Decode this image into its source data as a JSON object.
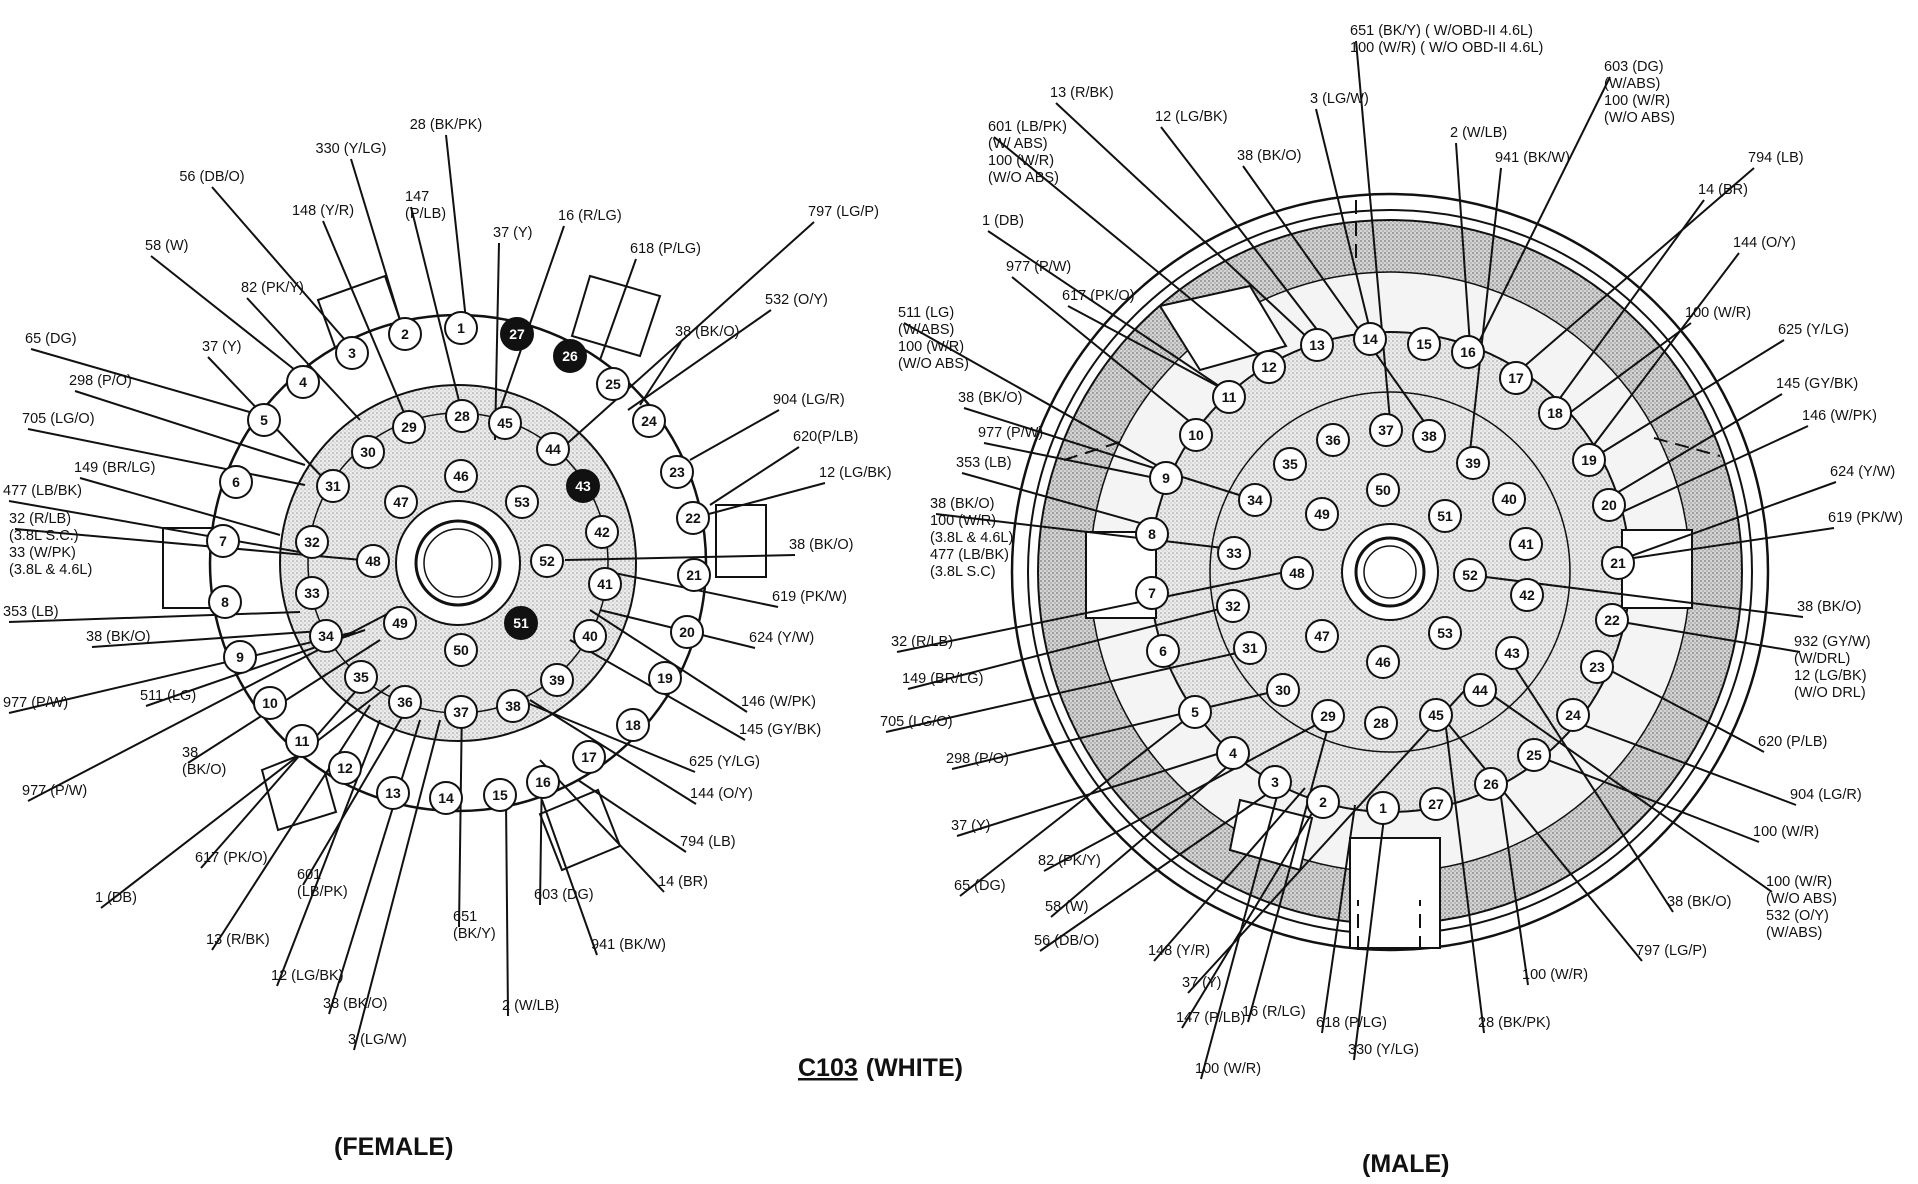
{
  "title": {
    "connector": "C103",
    "suffix": "(WHITE)"
  },
  "female": {
    "label": "(FEMALE)",
    "blocked_pins": [
      "27",
      "26",
      "43",
      "51"
    ],
    "pins": [
      "1",
      "2",
      "3",
      "4",
      "5",
      "6",
      "7",
      "8",
      "9",
      "10",
      "11",
      "12",
      "13",
      "14",
      "15",
      "16",
      "17",
      "18",
      "19",
      "20",
      "21",
      "22",
      "23",
      "24",
      "25",
      "26",
      "27",
      "28",
      "29",
      "30",
      "31",
      "32",
      "33",
      "34",
      "35",
      "36",
      "37",
      "38",
      "39",
      "40",
      "41",
      "42",
      "43",
      "44",
      "45",
      "46",
      "47",
      "48",
      "49",
      "50",
      "51",
      "52",
      "53"
    ],
    "callouts": [
      [
        "28 (BK/PK)"
      ],
      [
        "330 (Y/LG)"
      ],
      [
        "56 (DB/O)"
      ],
      [
        "148 (Y/R)"
      ],
      [
        "147",
        "(P/LB)"
      ],
      [
        "37 (Y)"
      ],
      [
        "16 (R/LG)"
      ],
      [
        "797 (LG/P)"
      ],
      [
        "618 (P/LG)"
      ],
      [
        "58 (W)"
      ],
      [
        "82 (PK/Y)"
      ],
      [
        "532 (O/Y)"
      ],
      [
        "38 (BK/O)"
      ],
      [
        "65 (DG)"
      ],
      [
        "37 (Y)"
      ],
      [
        "298 (P/O)"
      ],
      [
        "904 (LG/R)"
      ],
      [
        "705 (LG/O)"
      ],
      [
        "620(P/LB)"
      ],
      [
        "149 (BR/LG)"
      ],
      [
        "12 (LG/BK)"
      ],
      [
        "477 (LB/BK)"
      ],
      [
        "32 (R/LB)",
        "(3.8L S.C.)",
        "33 (W/PK)",
        "(3.8L & 4.6L)"
      ],
      [
        "38 (BK/O)"
      ],
      [
        "619 (PK/W)"
      ],
      [
        "353 (LB)"
      ],
      [
        "38 (BK/O)"
      ],
      [
        "624 (Y/W)"
      ],
      [
        "977 (P/W)"
      ],
      [
        "511 (LG)"
      ],
      [
        "146 (W/PK)"
      ],
      [
        "145 (GY/BK)"
      ],
      [
        "38",
        "(BK/O)"
      ],
      [
        "977 (P/W)"
      ],
      [
        "625 (Y/LG)"
      ],
      [
        "144 (O/Y)"
      ],
      [
        "617 (PK/O)"
      ],
      [
        "794 (LB)"
      ],
      [
        "1 (DB)"
      ],
      [
        "601",
        "(LB/PK)"
      ],
      [
        "603 (DG)"
      ],
      [
        "14 (BR)"
      ],
      [
        "651",
        "(BK/Y)"
      ],
      [
        "13 (R/BK)"
      ],
      [
        "941 (BK/W)"
      ],
      [
        "12 (LG/BK)"
      ],
      [
        "2 (W/LB)"
      ],
      [
        "38 (BK/O)"
      ],
      [
        "3 (LG/W)"
      ]
    ]
  },
  "male": {
    "label": "(MALE)",
    "pins": [
      "1",
      "2",
      "3",
      "4",
      "5",
      "6",
      "7",
      "8",
      "9",
      "10",
      "11",
      "12",
      "13",
      "14",
      "15",
      "16",
      "17",
      "18",
      "19",
      "20",
      "21",
      "22",
      "23",
      "24",
      "25",
      "26",
      "27",
      "28",
      "29",
      "30",
      "31",
      "32",
      "33",
      "34",
      "35",
      "36",
      "37",
      "38",
      "39",
      "40",
      "41",
      "42",
      "43",
      "44",
      "45",
      "46",
      "47",
      "48",
      "49",
      "50",
      "51",
      "52",
      "53"
    ],
    "callouts": [
      [
        "651 (BK/Y) ( W/OBD-II 4.6L)",
        "100 (W/R) ( W/O OBD-II 4.6L)"
      ],
      [
        "603 (DG)",
        "(W/ABS)",
        "100 (W/R)",
        "(W/O ABS)"
      ],
      [
        "13 (R/BK)"
      ],
      [
        "601 (LB/PK)",
        "(W/ ABS)",
        "100 (W/R)",
        "(W/O ABS)"
      ],
      [
        "12 (LG/BK)"
      ],
      [
        "3 (LG/W)"
      ],
      [
        "2 (W/LB)"
      ],
      [
        "38 (BK/O)"
      ],
      [
        "941 (BK/W)"
      ],
      [
        "794 (LB)"
      ],
      [
        "1 (DB)"
      ],
      [
        "14 (BR)"
      ],
      [
        "144 (O/Y)"
      ],
      [
        "977 (P/W)"
      ],
      [
        "617 (PK/O)"
      ],
      [
        "100 (W/R)"
      ],
      [
        "511 (LG)",
        "(W/ABS)",
        "100 (W/R)",
        "(W/O ABS)"
      ],
      [
        "625 (Y/LG)"
      ],
      [
        "145 (GY/BK)"
      ],
      [
        "38 (BK/O)"
      ],
      [
        "146 (W/PK)"
      ],
      [
        "977 (P/W)"
      ],
      [
        "624 (Y/W)"
      ],
      [
        "353 (LB)"
      ],
      [
        "619 (PK/W)"
      ],
      [
        "38 (BK/O)",
        "100 (W/R)",
        "(3.8L & 4.6L)",
        "477 (LB/BK)",
        "(3.8L S.C)"
      ],
      [
        "38 (BK/O)"
      ],
      [
        "932 (GY/W)",
        "(W/DRL)",
        "12 (LG/BK)",
        "(W/O DRL)"
      ],
      [
        "32 (R/LB)"
      ],
      [
        "149 (BR/LG)"
      ],
      [
        "705 (LG/O)"
      ],
      [
        "620 (P/LB)"
      ],
      [
        "298 (P/O)"
      ],
      [
        "904 (LG/R)"
      ],
      [
        "37 (Y)"
      ],
      [
        "100 (W/R)"
      ],
      [
        "82 (PK/Y)"
      ],
      [
        "65 (DG)"
      ],
      [
        "100 (W/R)",
        "(W/O ABS)",
        "532 (O/Y)",
        "(W/ABS)"
      ],
      [
        "58 (W)"
      ],
      [
        "38 (BK/O)"
      ],
      [
        "56 (DB/O)"
      ],
      [
        "797 (LG/P)"
      ],
      [
        "148 (Y/R)"
      ],
      [
        "100 (W/R)"
      ],
      [
        "37 (Y)"
      ],
      [
        "147 (P/LB)"
      ],
      [
        "16 (R/LG)"
      ],
      [
        "618 (P/LG)"
      ],
      [
        "28 (BK/PK)"
      ],
      [
        "330 (Y/LG)"
      ],
      [
        "100 (W/R)"
      ]
    ]
  }
}
